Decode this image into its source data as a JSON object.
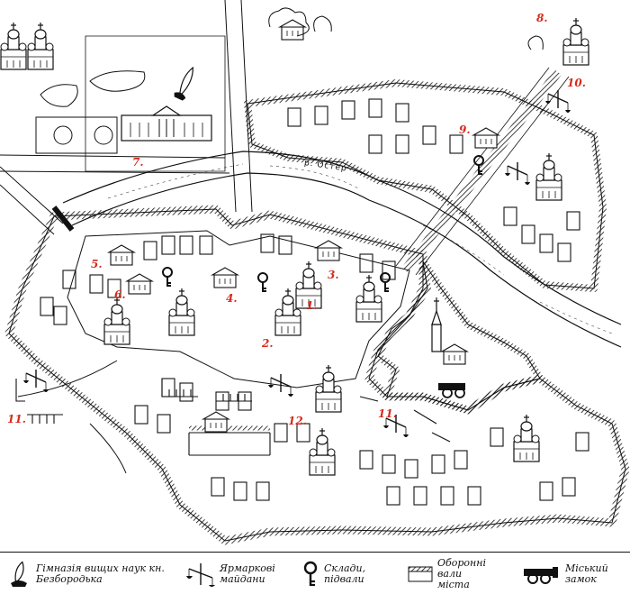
{
  "map": {
    "river_label": "р. Остер",
    "markers": [
      {
        "id": "1",
        "label": "1."
      },
      {
        "id": "2",
        "label": "2."
      },
      {
        "id": "3",
        "label": "3."
      },
      {
        "id": "4",
        "label": "4."
      },
      {
        "id": "5",
        "label": "5."
      },
      {
        "id": "6",
        "label": "6."
      },
      {
        "id": "7",
        "label": "7."
      },
      {
        "id": "8",
        "label": "8."
      },
      {
        "id": "9",
        "label": "9."
      },
      {
        "id": "10",
        "label": "10."
      },
      {
        "id": "11a",
        "label": "11."
      },
      {
        "id": "11b",
        "label": "11."
      },
      {
        "id": "12",
        "label": "12."
      }
    ]
  },
  "legend": {
    "items": [
      {
        "icon": "quill-pen-icon",
        "text": "Гімназія вищих наук кн. Безбородька"
      },
      {
        "icon": "scales-icon",
        "text": "Ярмаркові майдани"
      },
      {
        "icon": "key-icon",
        "text": "Склади, підвали"
      },
      {
        "icon": "rampart-icon",
        "text": "Оборонні вали міста"
      },
      {
        "icon": "cannon-icon",
        "text": "Міський замок"
      }
    ]
  }
}
